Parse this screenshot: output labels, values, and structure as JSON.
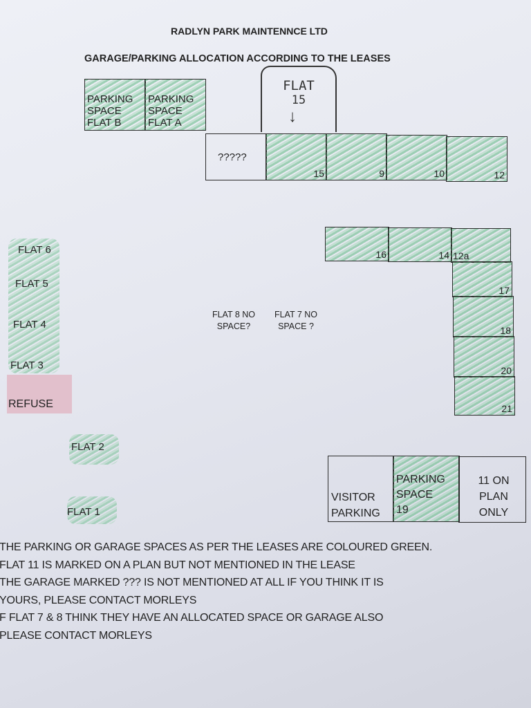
{
  "header": {
    "company": "RADLYN PARK MAINTENNCE LTD",
    "subtitle": "GARAGE/PARKING  ALLOCATION ACCORDING TO THE LEASES"
  },
  "top_spaces": {
    "flat_b": "PARKING SPACE FLAT B",
    "flat_a": "PARKING SPACE FLAT A"
  },
  "handwritten_note": {
    "line1": "FLAT",
    "line2": "15"
  },
  "garage_row_top": {
    "unknown": "?????",
    "numbers": [
      "15",
      "9",
      "10",
      "12"
    ]
  },
  "garage_row_middle": {
    "numbers": [
      "16",
      "14",
      "12a"
    ]
  },
  "garage_column_right": {
    "numbers": [
      "17",
      "18",
      "20",
      "21"
    ]
  },
  "flats_left": [
    "FLAT 6",
    "FLAT 5",
    "FLAT 4",
    "FLAT 3"
  ],
  "refuse": "REFUSE",
  "flat8": "FLAT 8 NO SPACE?",
  "flat7": "FLAT 7 NO SPACE ?",
  "flat2": "FLAT 2",
  "flat1": "FLAT 1",
  "bottom_boxes": {
    "visitor": "VISITOR PARKING",
    "space19_line1": "PARKING",
    "space19_line2": "SPACE",
    "space19_line3": "19",
    "eleven": "11 ON PLAN ONLY"
  },
  "notes": [
    "THE PARKING OR GARAGE SPACES AS PER THE LEASES ARE COLOURED GREEN.",
    "FLAT 11 IS MARKED ON A PLAN BUT NOT MENTIONED IN THE LEASE",
    "THE GARAGE MARKED ??? IS NOT MENTIONED AT ALL IF  YOU THINK IT IS",
    "YOURS, PLEASE CONTACT MORLEYS",
    "F FLAT 7 & 8 THINK THEY HAVE AN ALLOCATED SPACE OR GARAGE ALSO",
    "PLEASE CONTACT MORLEYS"
  ],
  "colors": {
    "allocated": "#7ccb9a",
    "refuse": "#e5b4c1"
  }
}
